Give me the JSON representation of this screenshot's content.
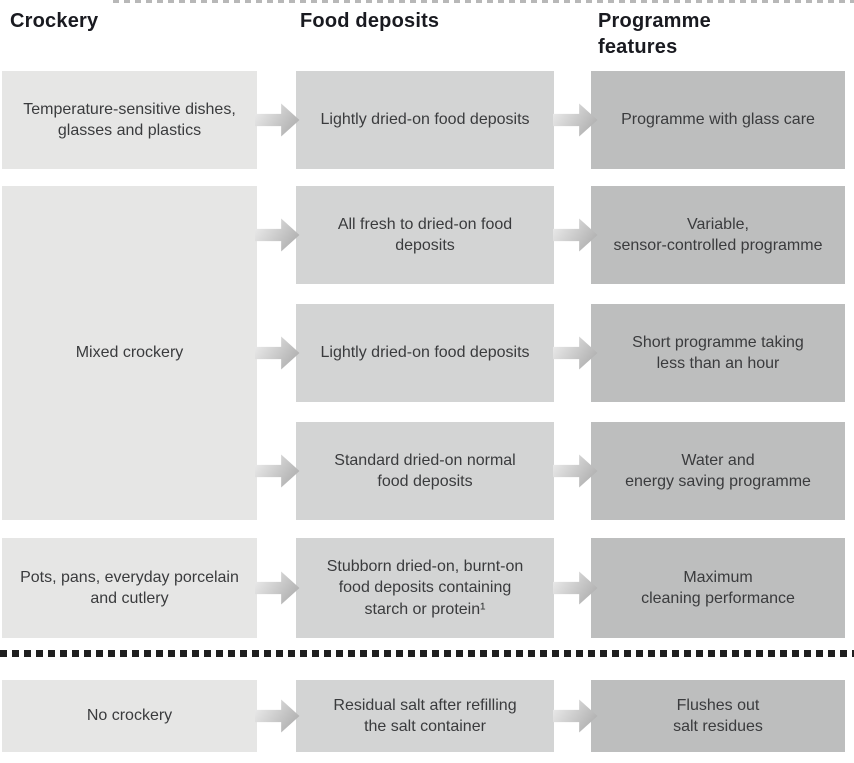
{
  "headers": {
    "crockery": "Crockery",
    "food_deposits": "Food deposits",
    "programme_features": "Programme features"
  },
  "crockery": [
    {
      "label": "Temperature-sensitive dishes,\nglasses and plastics"
    },
    {
      "label": "Mixed crockery"
    },
    {
      "label": "Pots, pans, everyday porcelain\nand cutlery"
    },
    {
      "label": "No crockery"
    }
  ],
  "rows": [
    {
      "food_deposit": "Lightly dried-on food deposits",
      "programme_feature": "Programme with glass care"
    },
    {
      "food_deposit": "All fresh to dried-on food\ndeposits",
      "programme_feature": "Variable,\nsensor-controlled programme"
    },
    {
      "food_deposit": "Lightly dried-on food deposits",
      "programme_feature": "Short programme taking\nless than an hour"
    },
    {
      "food_deposit": "Standard dried-on normal\nfood deposits",
      "programme_feature": "Water and\nenergy saving programme"
    },
    {
      "food_deposit": "Stubborn dried-on, burnt-on\nfood deposits containing\nstarch or protein¹",
      "programme_feature": "Maximum\ncleaning performance"
    },
    {
      "food_deposit": "Residual salt after refilling\nthe salt container",
      "programme_feature": "Flushes out\nsalt residues"
    }
  ],
  "colors": {
    "crockery_box": "#e6e6e5",
    "food_deposit_box": "#d3d4d4",
    "programme_feature_box": "#bdbebe",
    "arrow_from": "#f0f0f0",
    "arrow_to": "#b2b2b2",
    "separator": "#1f1f1f",
    "heading_text": "#191a20",
    "body_text": "#3a3b3d"
  }
}
